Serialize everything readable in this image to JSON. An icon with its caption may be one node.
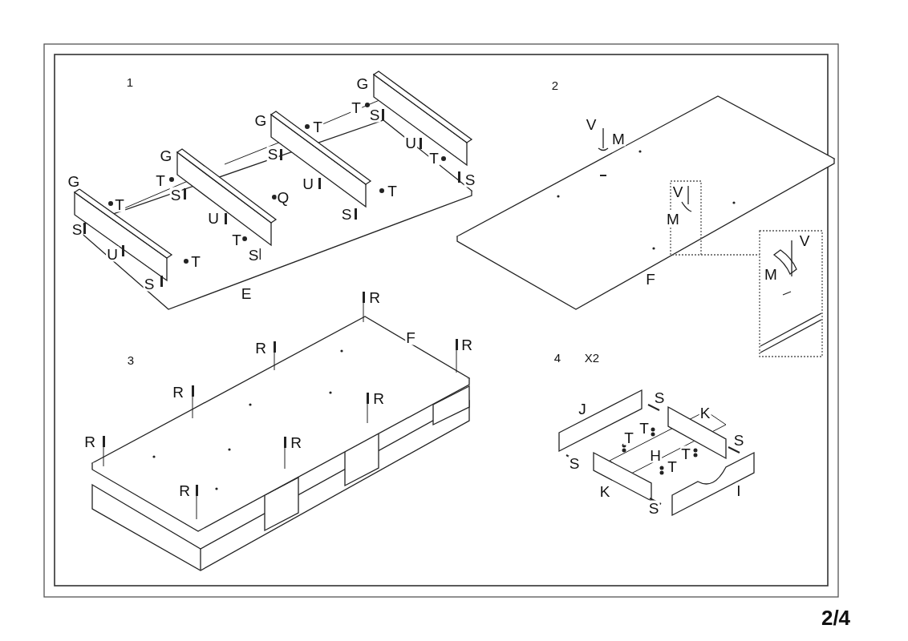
{
  "diagram": {
    "labels": [
      "1",
      "G",
      "T",
      "S",
      "G",
      "T",
      "U",
      "G",
      "S",
      "T",
      "G",
      "T",
      "U",
      "S",
      "S",
      "Q",
      "T",
      "T",
      "U",
      "S",
      "S",
      "T",
      "U",
      "T",
      "S",
      "S",
      "E",
      "2",
      "V",
      "M",
      "V",
      "M",
      "V",
      "M",
      "F",
      "3",
      "R",
      "F",
      "R",
      "R",
      "R",
      "R",
      "R",
      "R",
      "R",
      "4",
      "X2",
      "S",
      "J",
      "K",
      "T",
      "T",
      "S",
      "H",
      "T",
      "S",
      "T",
      "K",
      "I",
      "S",
      "2/4"
    ]
  }
}
